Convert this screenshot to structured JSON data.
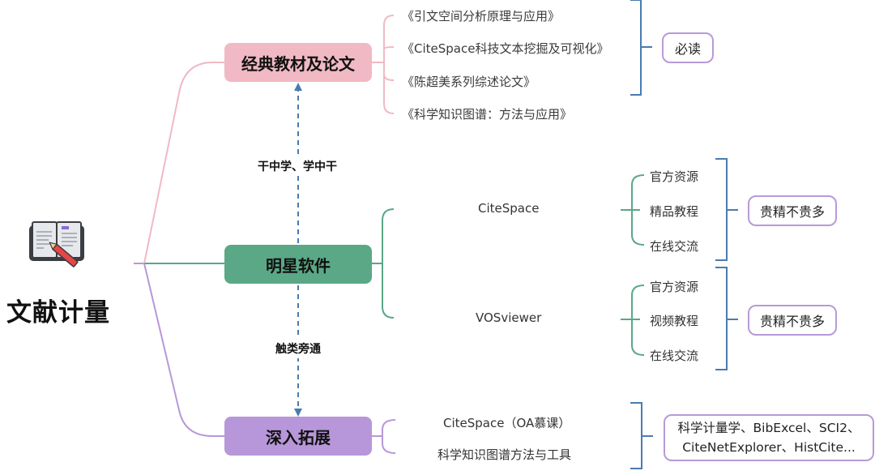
{
  "root": {
    "title": "文献计量",
    "icon": "open-book-pencil-icon"
  },
  "colors": {
    "classic": "#f0b9c4",
    "software": "#5aa886",
    "extend": "#b797d9",
    "bracket": "#4a7bb0",
    "tag_border": "#b79ad9",
    "relation_arrow": "#4a7bb0"
  },
  "branches": [
    {
      "label": "经典教材及论文",
      "children": [
        "《引文空间分析原理与应用》",
        "《CiteSpace科技文本挖掘及可视化》",
        "《陈超美系列综述论文》",
        "《科学知识图谱：方法与应用》"
      ],
      "summary": "必读"
    },
    {
      "label": "明星软件",
      "children": [
        {
          "label": "CiteSpace",
          "items": [
            "官方资源",
            "精品教程",
            "在线交流"
          ],
          "summary": "贵精不贵多"
        },
        {
          "label": "VOSviewer",
          "items": [
            "官方资源",
            "视频教程",
            "在线交流"
          ],
          "summary": "贵精不贵多"
        }
      ]
    },
    {
      "label": "深入拓展",
      "children": [
        "CiteSpace（OA慕课）",
        "科学知识图谱方法与工具"
      ],
      "summary_lines": [
        "科学计量学、BibExcel、SCI2、",
        "CiteNetExplorer、HistCite..."
      ]
    }
  ],
  "relations": [
    {
      "label": "干中学、学中干",
      "from": "明星软件",
      "to": "经典教材及论文"
    },
    {
      "label": "触类旁通",
      "from": "明星软件",
      "to": "深入拓展"
    }
  ]
}
